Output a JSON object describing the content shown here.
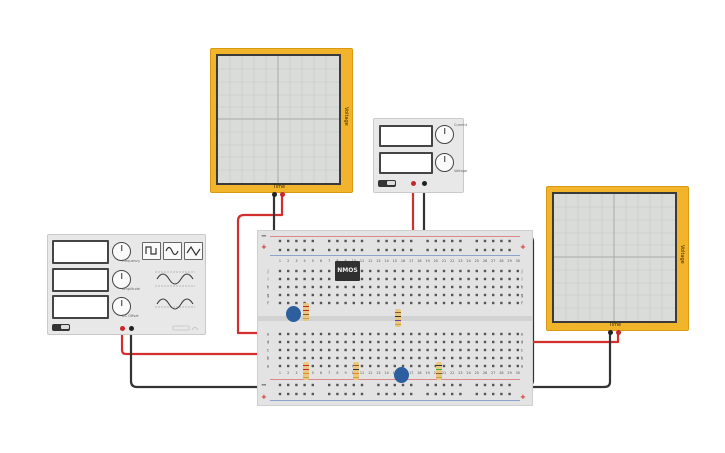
{
  "scope_left": {
    "vertical_label": "Voltage",
    "horizontal_label": "Time"
  },
  "scope_right": {
    "vertical_label": "Voltage",
    "horizontal_label": "Time"
  },
  "dc_power_supply": {
    "knob_labels": [
      "Current",
      "Voltage"
    ]
  },
  "function_generator": {
    "knob_labels": [
      "Frequency",
      "Amplitude",
      "DC Offset"
    ],
    "waveform_buttons": [
      "square-wave-icon",
      "sine-wave-icon",
      "triangle-wave-icon"
    ]
  },
  "breadboard": {
    "column_numbers": [
      "1",
      "2",
      "3",
      "4",
      "5",
      "6",
      "7",
      "8",
      "9",
      "10",
      "11",
      "12",
      "13",
      "14",
      "15",
      "16",
      "17",
      "18",
      "19",
      "20",
      "21",
      "22",
      "23",
      "24",
      "25",
      "26",
      "27",
      "28",
      "29",
      "30"
    ],
    "row_letters_top": [
      "j",
      "i",
      "h",
      "g",
      "f"
    ],
    "row_letters_bottom": [
      "e",
      "d",
      "c",
      "b",
      "a"
    ],
    "plus_sign": "+",
    "minus_sign": "−"
  },
  "ic": {
    "label": "NMOS"
  },
  "colors": {
    "scope_frame": "#f2b42a",
    "wire_red": "#d32f2f",
    "wire_black": "#333333",
    "wire_green": "#3fb043",
    "capacitor_blue": "#2d5f9e"
  }
}
